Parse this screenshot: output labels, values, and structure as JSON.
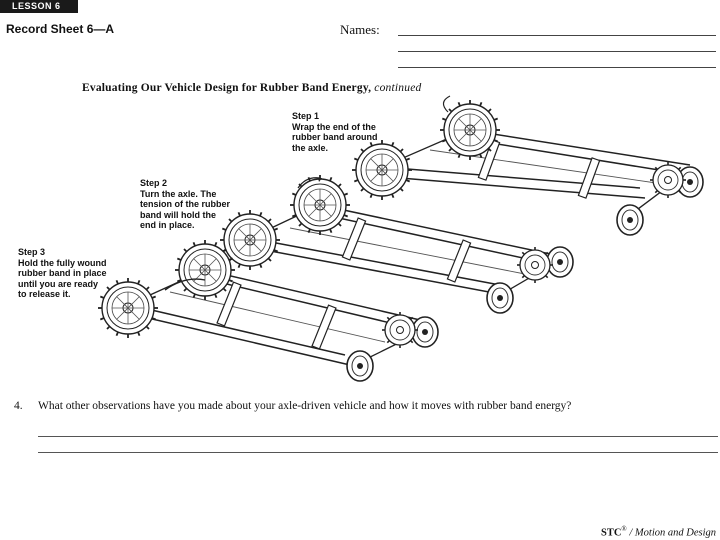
{
  "header": {
    "lesson_tab": "LESSON 6",
    "record_sheet": "Record Sheet 6—A",
    "names_label": "Names:"
  },
  "heading": {
    "title": "Evaluating Our Vehicle Design for Rubber Band Energy,",
    "continued": "continued"
  },
  "steps": [
    {
      "title": "Step 1",
      "lines": [
        "Wrap the end of the",
        "rubber band around",
        "the axle."
      ]
    },
    {
      "title": "Step 2",
      "lines": [
        "Turn the axle. The",
        "tension of the rubber",
        "band will hold the",
        "end in place."
      ]
    },
    {
      "title": "Step 3",
      "lines": [
        "Hold the fully wound",
        "rubber band in place",
        "until you are ready",
        "to release it."
      ]
    }
  ],
  "question": {
    "number": "4.",
    "text": "What other observations have you made about your axle-driven vehicle and how it moves with rubber band energy?"
  },
  "footer": {
    "stc": "STC",
    "tm": "®",
    "rest": " / Motion and Design"
  }
}
